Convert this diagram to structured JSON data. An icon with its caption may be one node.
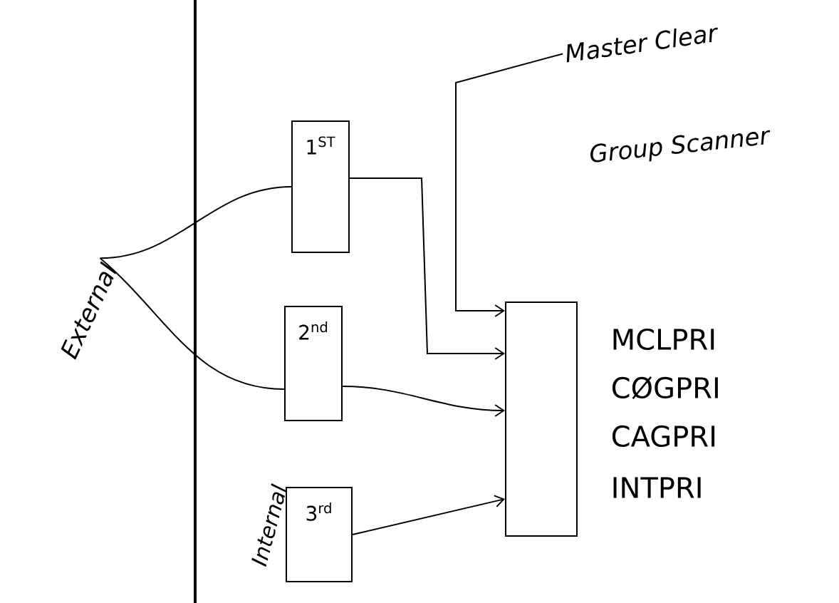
{
  "diagram": {
    "nodes": [
      {
        "text": [
          "Master Clear"
        ]
      },
      {
        "text": [
          "1$^{ST}$"
        ]
      },
      {
        "text": [
          "External"
        ]
      },
      {
        "text": [
          "2$^{nd}$"
        ]
      },
      {
        "text": [
          "3$^{rd}$"
        ],
        "beside": [
          "Internal"
        ]
      },
      {
        "text": [],
        "shape": "box"
      }
    ],
    "edges": [
      {
        "from": 0,
        "to": 5,
        "arrow": "to"
      },
      {
        "from": 1,
        "to": 5,
        "arrow": "to"
      },
      {
        "from": 2,
        "to": 1,
        "arrow": "none"
      },
      {
        "from": 2,
        "to": 3,
        "arrow": "none"
      },
      {
        "from": 3,
        "to": 5,
        "arrow": "to"
      },
      {
        "from": 4,
        "to": 5,
        "arrow": "to"
      }
    ],
    "labels": [
      "Group Scanner",
      "MCLPRI",
      "CØGPRI",
      "CAGPRI",
      "INTPRI"
    ]
  }
}
